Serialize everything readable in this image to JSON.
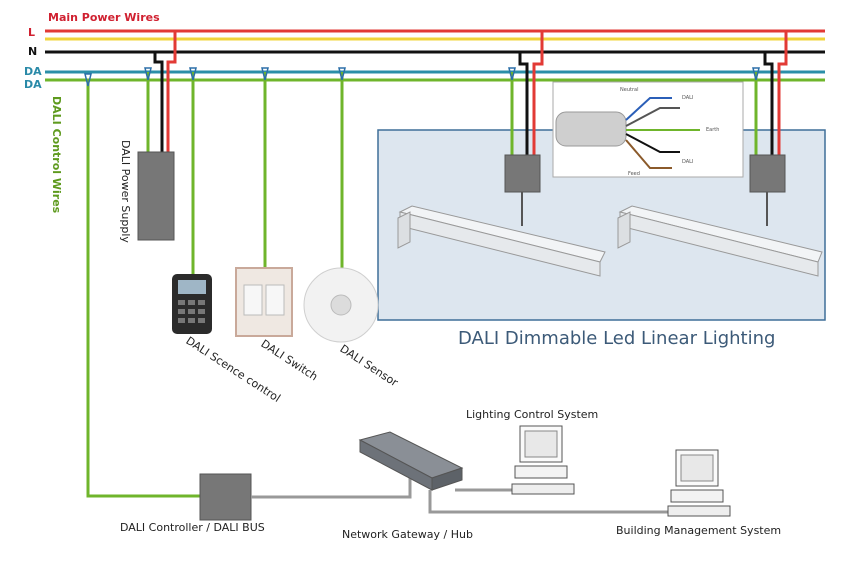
{
  "wires": {
    "main_power_label": "Main Power Wires",
    "l_label": "L",
    "n_label": "N",
    "da1_label": "DA",
    "da2_label": "DA",
    "control_label": "DALI Control Wires"
  },
  "devices": {
    "power_supply": "DALI Power Supply",
    "scene_control": "DALI Scence control",
    "switch": "DALI Switch",
    "sensor": "DALI Sensor"
  },
  "lighting": {
    "title": "DALI Dimmable Led Linear Lighting",
    "cable_labels": [
      "Neutral",
      "DALI",
      "Earth",
      "DALI",
      "Feed"
    ]
  },
  "network": {
    "controller": "DALI Controller / DALI BUS",
    "gateway": "Network Gateway / Hub",
    "lighting_control": "Lighting Control System",
    "bms": "Building Management System"
  },
  "colors": {
    "live": "#e23a35",
    "live_yellow": "#f0d43a",
    "neutral": "#111111",
    "dali": "#6fb52b",
    "dali_teal": "#2b8fa8",
    "panel": "#dde6ef",
    "panel_border": "#3f6f99",
    "device_grey": "#777777"
  }
}
